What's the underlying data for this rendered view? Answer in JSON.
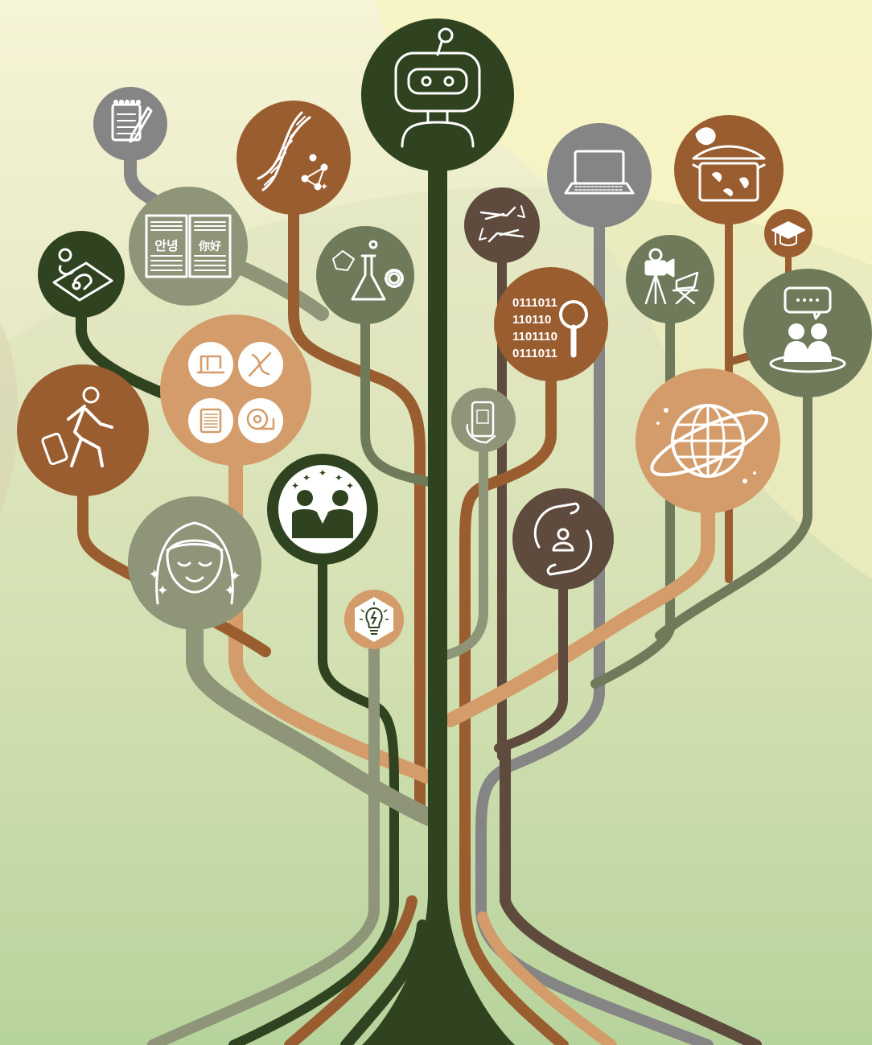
{
  "colors": {
    "dark_green": "#2f4320",
    "brown": "#9a5d30",
    "tan": "#d39c6a",
    "sage": "#6e7a5a",
    "light_sage": "#8e9579",
    "grey": "#858585",
    "dark_brown": "#5e4b3e",
    "white": "#ffffff"
  },
  "nodes": [
    {
      "id": "robot",
      "icon": "robot-icon"
    },
    {
      "id": "notepad",
      "icon": "notepad-pencil-icon"
    },
    {
      "id": "dna",
      "icon": "dna-icon"
    },
    {
      "id": "language-book",
      "icon": "language-book-icon",
      "text_left": "안녕",
      "text_right": "你好"
    },
    {
      "id": "therapy",
      "icon": "therapy-icon"
    },
    {
      "id": "science",
      "icon": "lab-flask-icon"
    },
    {
      "id": "flights",
      "icon": "airplane-swap-icon"
    },
    {
      "id": "laptop",
      "icon": "laptop-icon"
    },
    {
      "id": "cooking-pot",
      "icon": "cooking-pot-icon"
    },
    {
      "id": "graduation",
      "icon": "graduation-cap-icon"
    },
    {
      "id": "film",
      "icon": "film-camera-icon"
    },
    {
      "id": "binary",
      "icon": "binary-search-icon",
      "lines": [
        "0111011",
        "110110",
        "1101110",
        "0111011"
      ]
    },
    {
      "id": "discussion",
      "icon": "group-chat-icon"
    },
    {
      "id": "sewing",
      "icon": "sewing-icon"
    },
    {
      "id": "traveler",
      "icon": "traveler-icon"
    },
    {
      "id": "phone",
      "icon": "phone-touch-icon"
    },
    {
      "id": "globe",
      "icon": "globe-icon"
    },
    {
      "id": "meeting",
      "icon": "handshake-people-icon"
    },
    {
      "id": "care",
      "icon": "caring-hands-icon"
    },
    {
      "id": "wellness",
      "icon": "wellness-face-icon"
    },
    {
      "id": "idea",
      "icon": "lightbulb-icon"
    }
  ]
}
